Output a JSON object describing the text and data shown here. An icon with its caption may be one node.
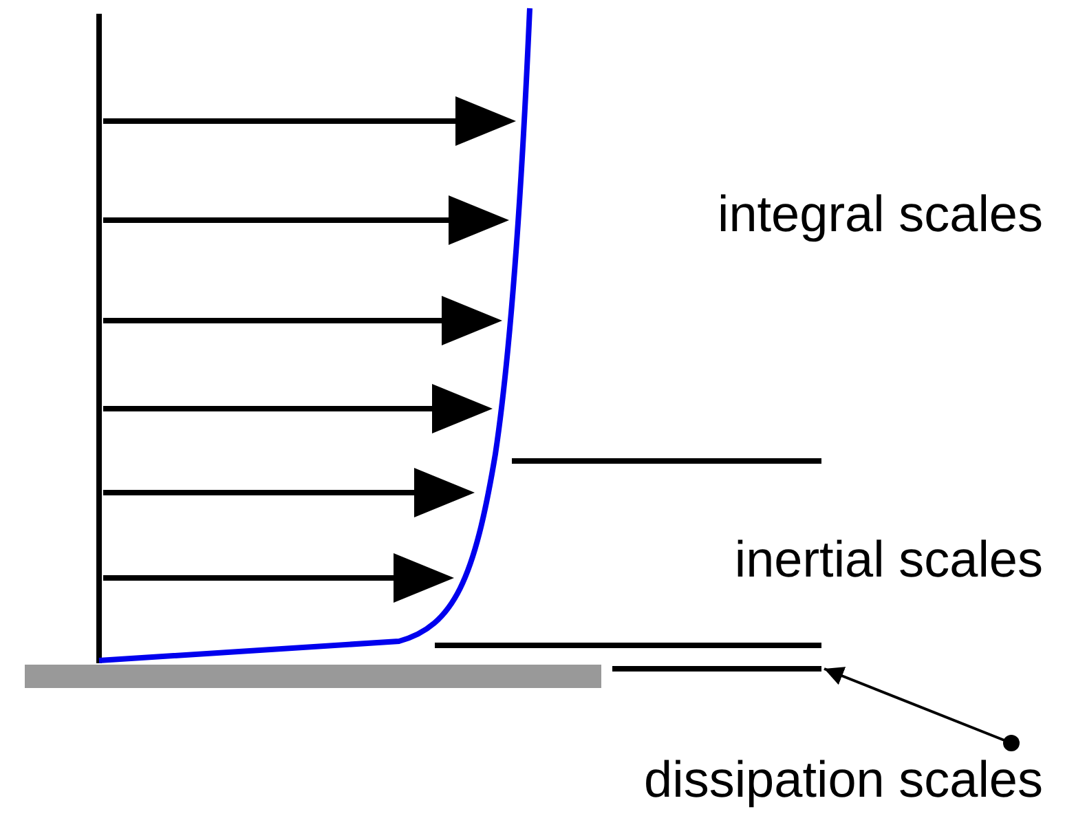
{
  "diagram": {
    "nodes": [
      {
        "text": [
          "dissipation scales"
        ]
      },
      {
        "text": [],
        "shape": "bar"
      }
    ],
    "edges": [
      {
        "from": 0,
        "to": 1,
        "arrow": "to"
      }
    ],
    "labels": [
      "integral scales",
      "inertial scales"
    ]
  }
}
